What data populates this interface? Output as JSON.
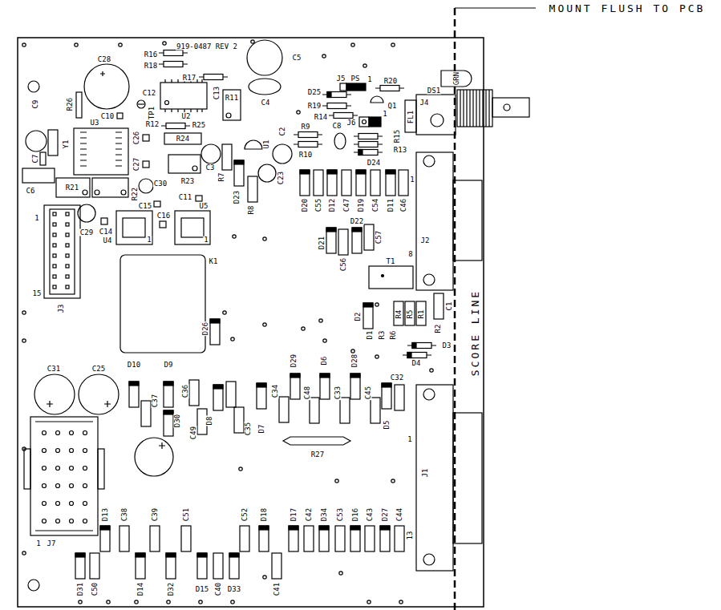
{
  "diagram": {
    "labels": [
      "MOUNT FLUSH TO PCB",
      "919-0487 REV 2",
      "C28",
      "R16",
      "R18",
      "R17",
      "C5",
      "C4",
      "C12",
      "TP1",
      "U2",
      "C13",
      "R11",
      "R26",
      "C10",
      "U3",
      "C9",
      "Y1",
      "R12",
      "R25",
      "R24",
      "C26",
      "C27",
      "C7",
      "C6",
      "R21",
      "R22",
      "C30",
      "R23",
      "C3",
      "R7",
      "D23",
      "R8",
      "U1",
      "C2",
      "C23",
      "C29",
      "C14",
      "C15",
      "C16",
      "C11",
      "U4",
      "1",
      "U5",
      "1",
      "1",
      "15",
      "J3",
      "K1",
      "D26",
      "D25",
      "J5",
      "PS",
      "1",
      "R20",
      "DS1",
      "GRN",
      "J4",
      "R19",
      "R14",
      "Q1",
      "C8",
      "J6",
      "1",
      "R15",
      "FL1",
      "R9",
      "R10",
      "R13",
      "D24",
      "D20",
      "C55",
      "D12",
      "C47",
      "D19",
      "C54",
      "D11",
      "C46",
      "1",
      "J2",
      "8",
      "D22",
      "C57",
      "D21",
      "C56",
      "T1",
      "C1",
      "D2",
      "R4",
      "R5",
      "R1",
      "R2",
      "D1",
      "R3",
      "R6",
      "D3",
      "D4",
      "SCORE LINE",
      "C31",
      "C25",
      "D10",
      "D9",
      "C37",
      "C36",
      "D30",
      "C49",
      "D8",
      "C35",
      "D7",
      "C34",
      "D29",
      "C48",
      "D6",
      "C33",
      "D28",
      "C45",
      "C32",
      "D5",
      "1",
      "J1",
      "R27",
      "J7",
      "1",
      "D13",
      "C38",
      "C39",
      "C51",
      "C52",
      "D18",
      "D17",
      "C42",
      "D34",
      "C53",
      "D16",
      "C43",
      "D27",
      "C44",
      "13",
      "D31",
      "C50",
      "D14",
      "D32",
      "D15",
      "C40",
      "D33",
      "C41"
    ]
  }
}
